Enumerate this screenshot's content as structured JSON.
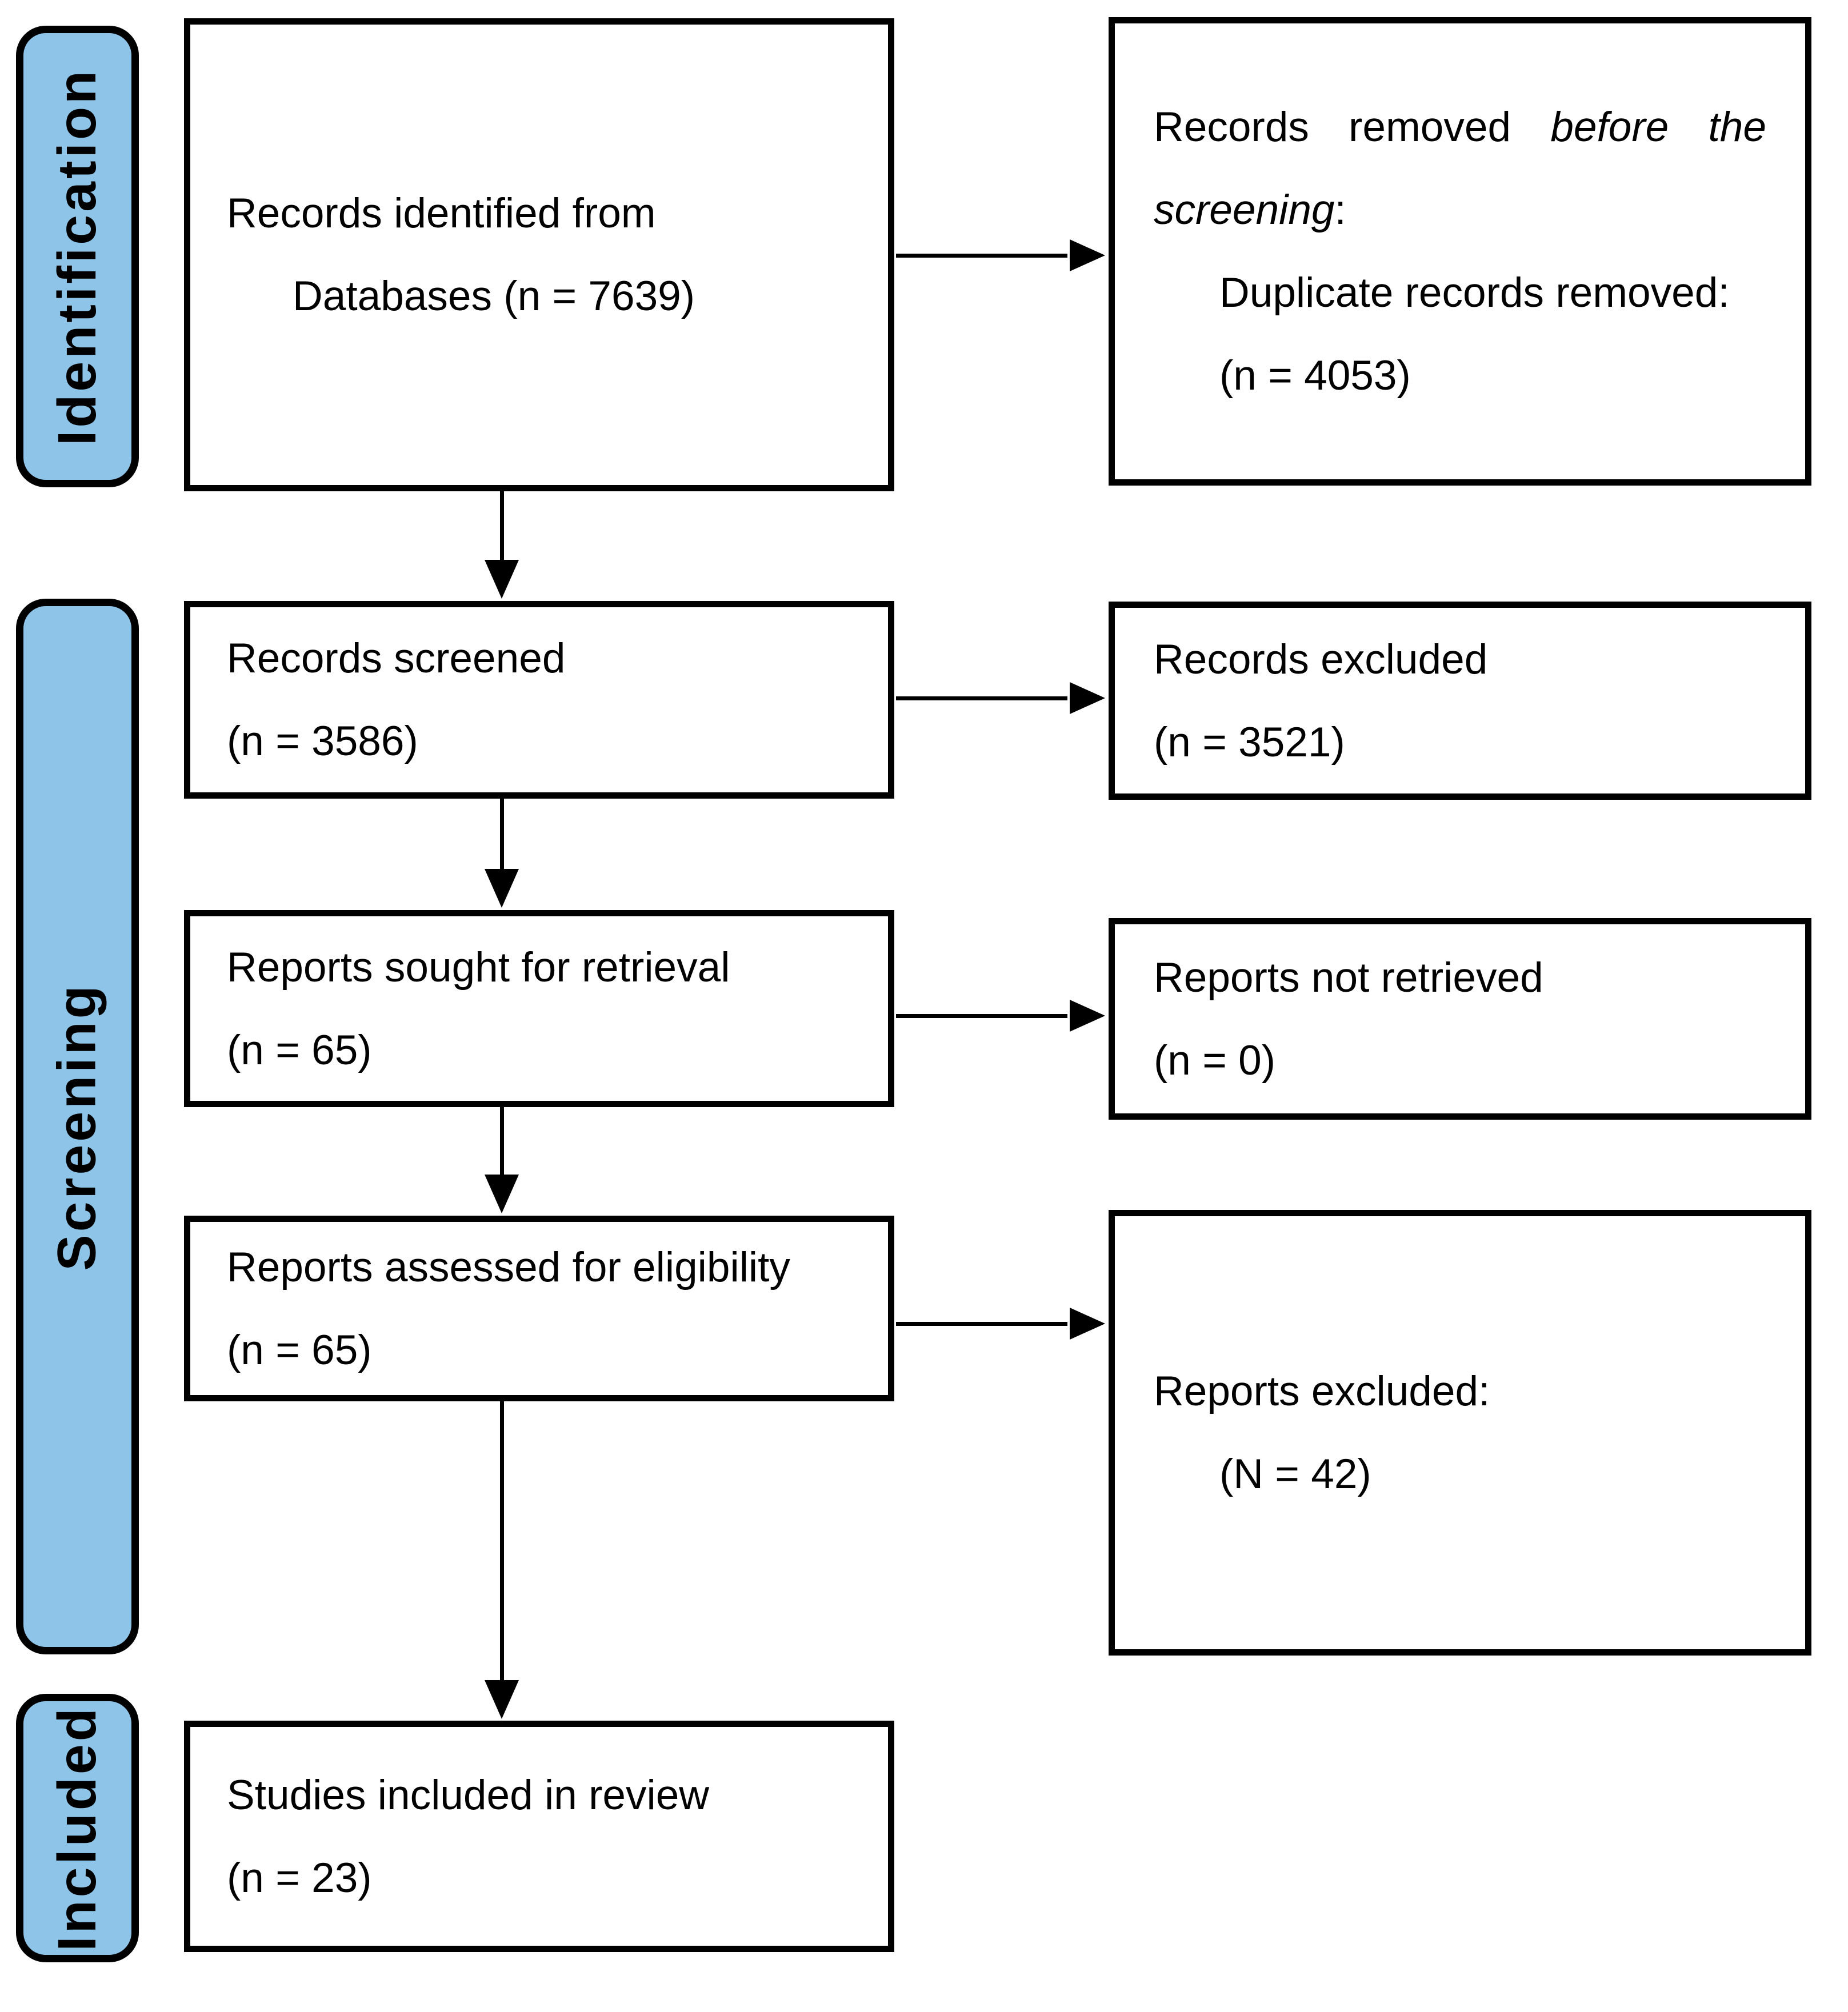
{
  "diagram": {
    "type": "PRISMA flow diagram",
    "colors": {
      "stage_fill": "#8EC4E8",
      "stage_border": "#000000",
      "box_border": "#000000",
      "text": "#000000"
    },
    "stages": {
      "identification": "Identification",
      "screening": "Screening",
      "included": "Included"
    },
    "boxes": {
      "identified": {
        "line1": "Records identified from",
        "line2": "Databases (n = 7639)"
      },
      "removed": {
        "w1": "Records",
        "w2": "removed",
        "w3": "before",
        "w4": "the",
        "l2_italic": "screening",
        "l2_colon": ":",
        "line3": "Duplicate records removed:",
        "line4": "(n = 4053)"
      },
      "screened": {
        "line1": "Records screened",
        "line2": "(n = 3586)"
      },
      "excluded": {
        "line1": "Records excluded",
        "line2": "(n = 3521)"
      },
      "sought": {
        "line1": "Reports sought for retrieval",
        "line2": "(n = 65)"
      },
      "not_retrieved": {
        "line1": "Reports not retrieved",
        "line2": "(n = 0)"
      },
      "assessed": {
        "line1": "Reports assessed for eligibility",
        "line2": "(n = 65)"
      },
      "reports_excluded": {
        "line1": "Reports excluded:",
        "line2": "(N = 42)"
      },
      "included_studies": {
        "line1": "Studies included in review",
        "line2": "(n = 23)"
      }
    }
  }
}
